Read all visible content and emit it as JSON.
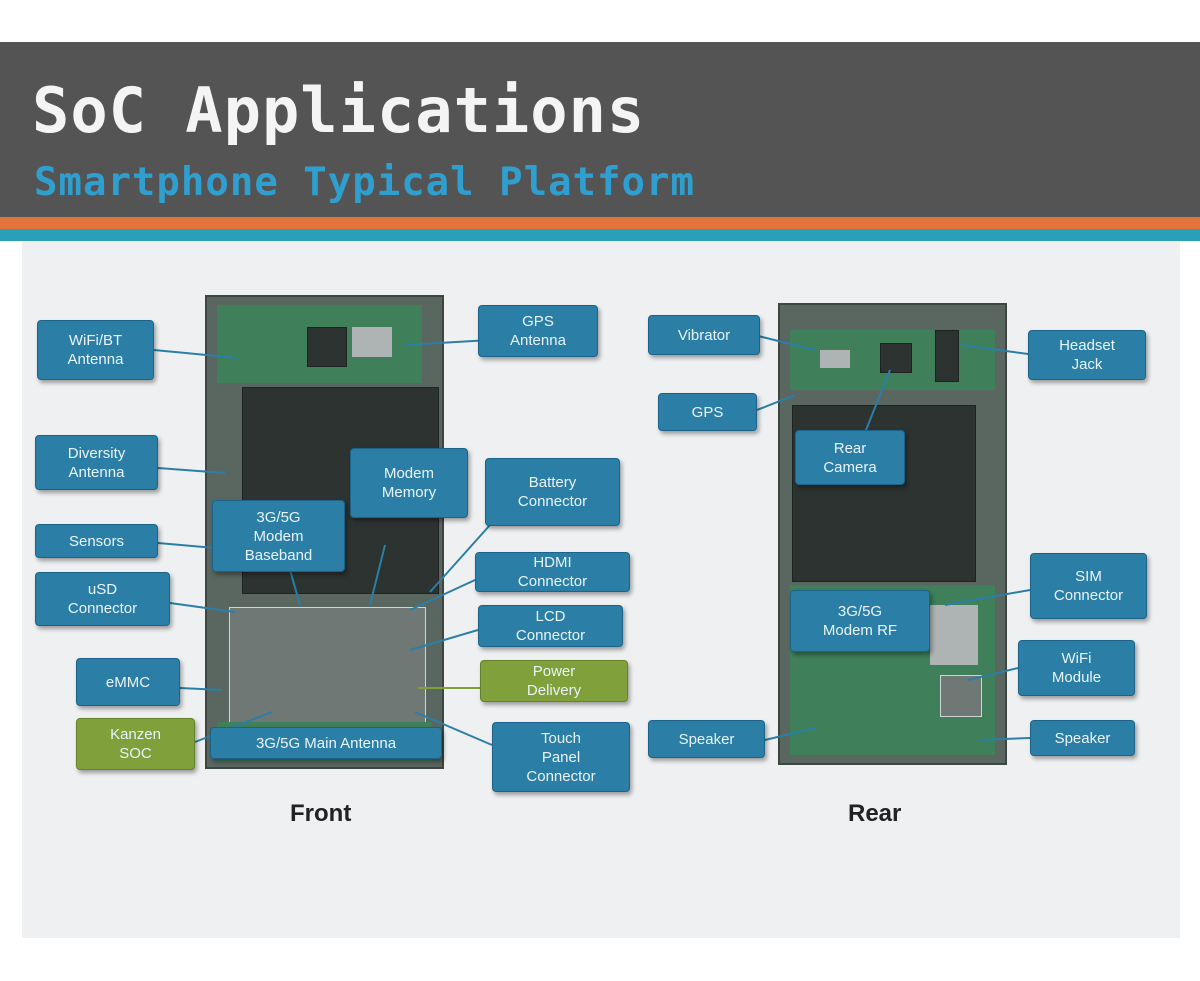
{
  "header": {
    "title": "SoC Applications",
    "subtitle": "Smartphone Typical Platform"
  },
  "colors": {
    "header_bg": "#545454",
    "title": "#f4f4f4",
    "subtitle": "#2f9fd0",
    "stripe_orange": "#e0743a",
    "stripe_teal": "#2aa0b8",
    "callout_blue": "#2b7fa6",
    "callout_green": "#7fa03a"
  },
  "front": {
    "caption": "Front",
    "callouts": {
      "wifi_bt_antenna": "WiFi/BT\nAntenna",
      "gps_antenna": "GPS\nAntenna",
      "diversity_antenna": "Diversity\nAntenna",
      "modem_memory": "Modem\nMemory",
      "battery_connector": "Battery\nConnector",
      "modem_baseband": "3G/5G\nModem\nBaseband",
      "sensors": "Sensors",
      "hdmi_connector": "HDMI\nConnector",
      "usd_connector": "uSD\nConnector",
      "lcd_connector": "LCD\nConnector",
      "emmc": "eMMC",
      "power_delivery": "Power\nDelivery",
      "main_antenna": "3G/5G Main Antenna",
      "kanzen_soc": "Kanzen\nSOC",
      "touch_panel_connector": "Touch\nPanel\nConnector"
    }
  },
  "rear": {
    "caption": "Rear",
    "callouts": {
      "vibrator": "Vibrator",
      "headset_jack": "Headset\nJack",
      "gps": "GPS",
      "rear_camera": "Rear\nCamera",
      "sim_connector": "SIM\nConnector",
      "modem_rf": "3G/5G\nModem RF",
      "wifi_module": "WiFi\nModule",
      "speaker_left": "Speaker",
      "speaker_right": "Speaker"
    }
  }
}
